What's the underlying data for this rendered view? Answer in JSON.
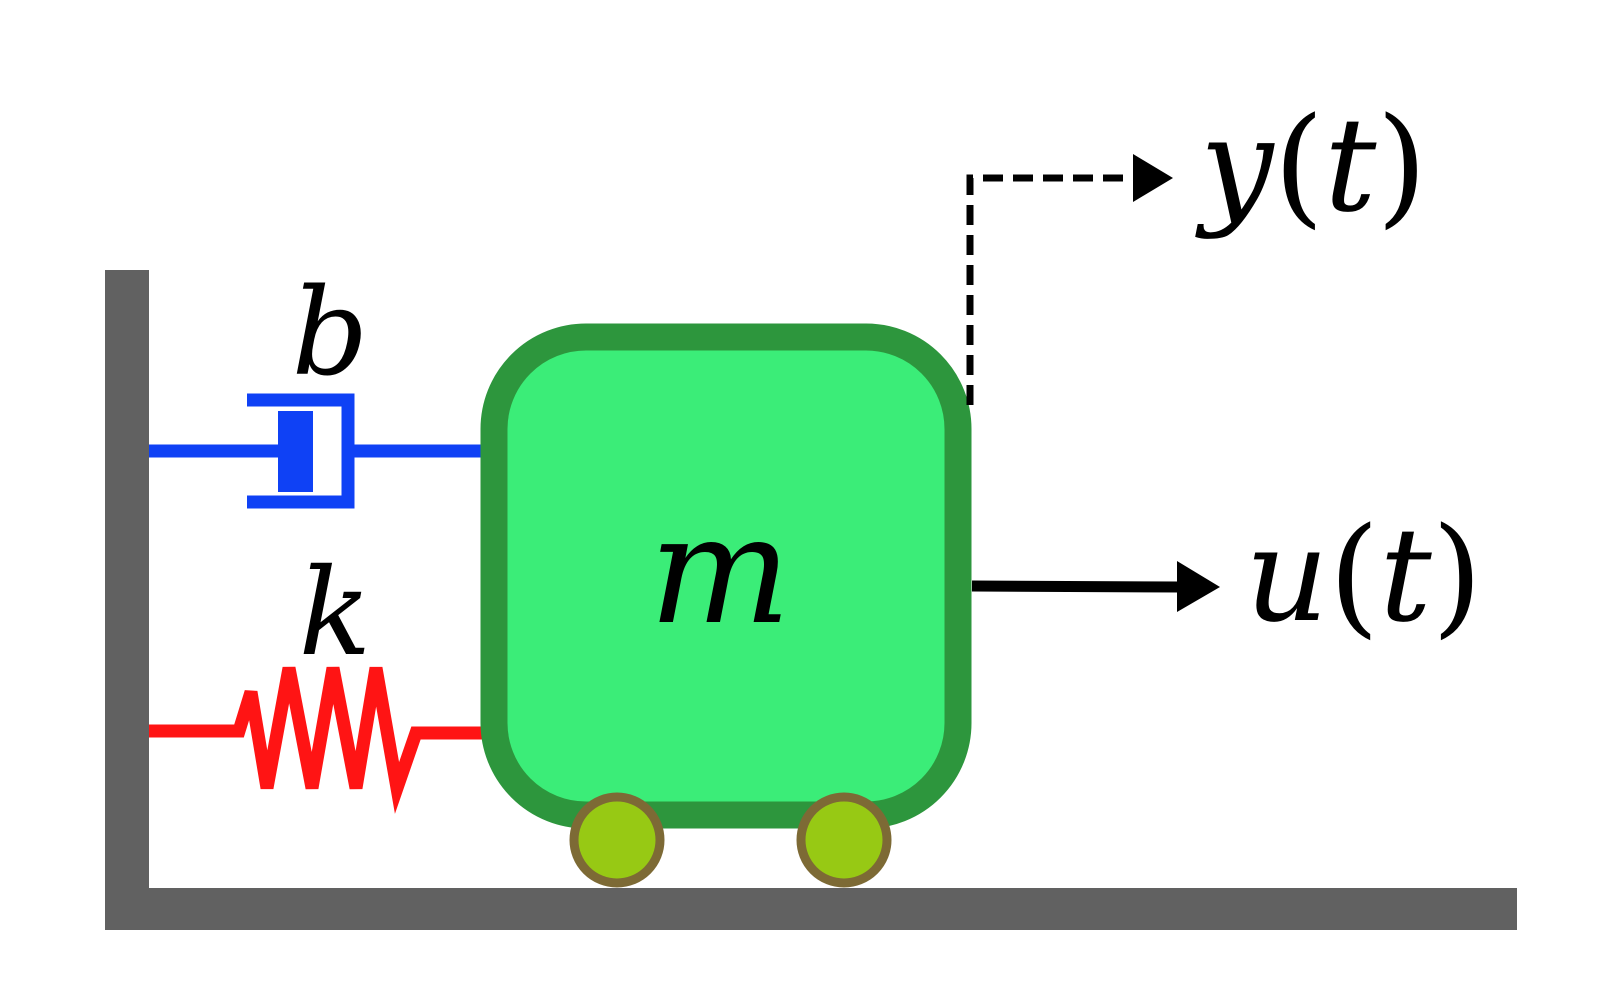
{
  "labels": {
    "mass": "m",
    "damper": "b",
    "spring": "k",
    "output_var": "y",
    "input_var": "u",
    "time_var": "t",
    "open_paren": "(",
    "close_paren": ")"
  },
  "colors": {
    "wall": "#616161",
    "mass_fill": "#3bed78",
    "mass_border": "#2d963d",
    "damper": "#0f41f5",
    "spring": "#ff1414",
    "wheel_fill": "#97c914",
    "wheel_border": "#7d6a35",
    "arrow": "#000000"
  }
}
